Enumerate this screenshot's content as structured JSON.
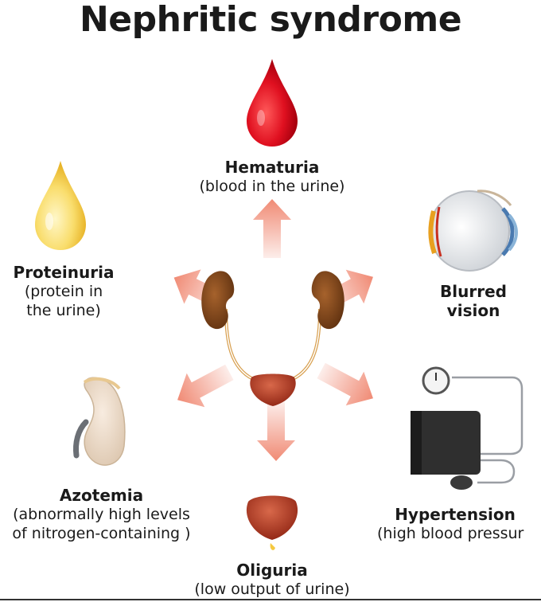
{
  "title": "Nephritic syndrome",
  "symptoms": {
    "hematuria": {
      "name": "Hematuria",
      "desc": "(blood in the urine)"
    },
    "proteinuria": {
      "name": "Proteinuria",
      "desc_line1": "(protein in",
      "desc_line2": "the urine)"
    },
    "blurred_vision": {
      "name_line1": "Blurred",
      "name_line2": "vision"
    },
    "azotemia": {
      "name": "Azotemia",
      "desc_line1": "(abnormally high levels",
      "desc_line2": "of nitrogen-containing )"
    },
    "hypertension": {
      "name": "Hypertension",
      "desc": "(high blood pressur"
    },
    "oliguria": {
      "name": "Oliguria",
      "desc": "(low output of urine)"
    }
  },
  "colors": {
    "arrow": "#f08a74",
    "blood": "#d8121d",
    "protein": "#f5c940",
    "kidney": "#7a4016",
    "bladder": "#b0381f",
    "cuff": "#2f2f2f"
  },
  "icons": [
    "blood-drop-icon",
    "protein-drop-icon",
    "eye-icon",
    "kidney-icon",
    "bladder-icon",
    "blood-pressure-monitor-icon"
  ]
}
